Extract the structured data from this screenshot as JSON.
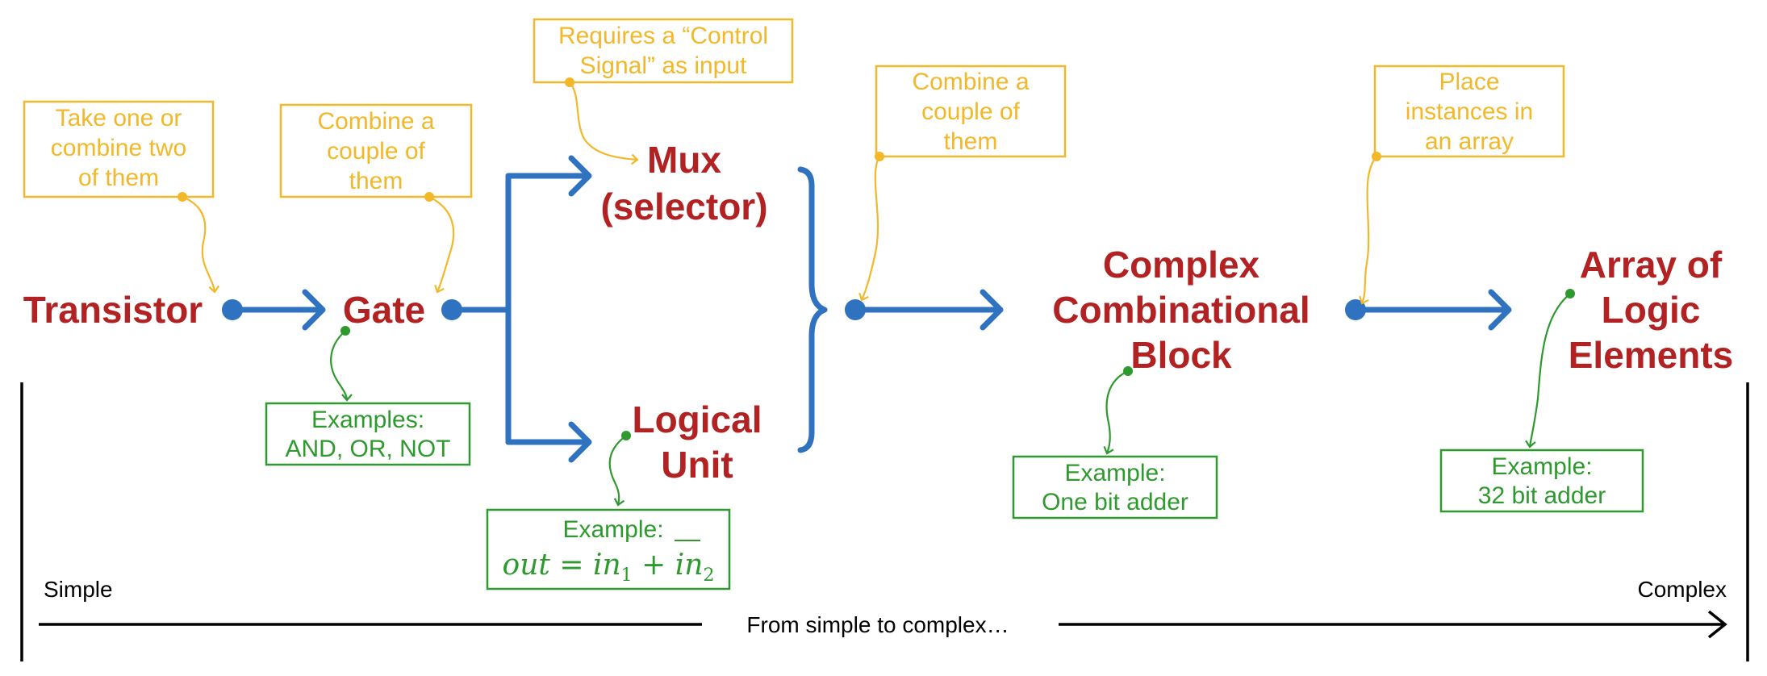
{
  "colors": {
    "node_text": "#b22222",
    "flow": "#2f72c0",
    "note_yellow": "#f2b82a",
    "note_green": "#2e9a2e",
    "axis": "#000000"
  },
  "nodes": {
    "transistor": "Transistor",
    "gate": "Gate",
    "mux_line1": "Mux",
    "mux_line2": "(selector)",
    "logical_line1": "Logical",
    "logical_line2": "Unit",
    "complex_line1": "Complex",
    "complex_line2": "Combinational",
    "complex_line3": "Block",
    "array_line1": "Array of",
    "array_line2": "Logic",
    "array_line3": "Elements"
  },
  "notes_yellow": {
    "transistor_note": [
      "Take one or",
      "combine two",
      "of them"
    ],
    "gate_note": [
      "Combine a",
      "couple of",
      "them"
    ],
    "mux_note": [
      "Requires a “Control",
      "Signal” as input"
    ],
    "combine_note": [
      "Combine a",
      "couple of",
      "them"
    ],
    "array_note": [
      "Place",
      "instances in",
      "an array"
    ]
  },
  "notes_green": {
    "gate_examples": [
      "Examples:",
      "AND, OR, NOT"
    ],
    "logical_example_label": "Example:",
    "logical_example_formula": {
      "lhs": "out",
      "eq": "=",
      "in_a": "in",
      "sub_a": "1",
      "plus": "+",
      "in_b": "in",
      "sub_b": "2"
    },
    "complex_example": [
      "Example:",
      "One bit adder"
    ],
    "array_example": [
      "Example:",
      "32 bit adder"
    ]
  },
  "axis": {
    "left_label": "Simple",
    "right_label": "Complex",
    "caption": "From simple to complex…"
  }
}
